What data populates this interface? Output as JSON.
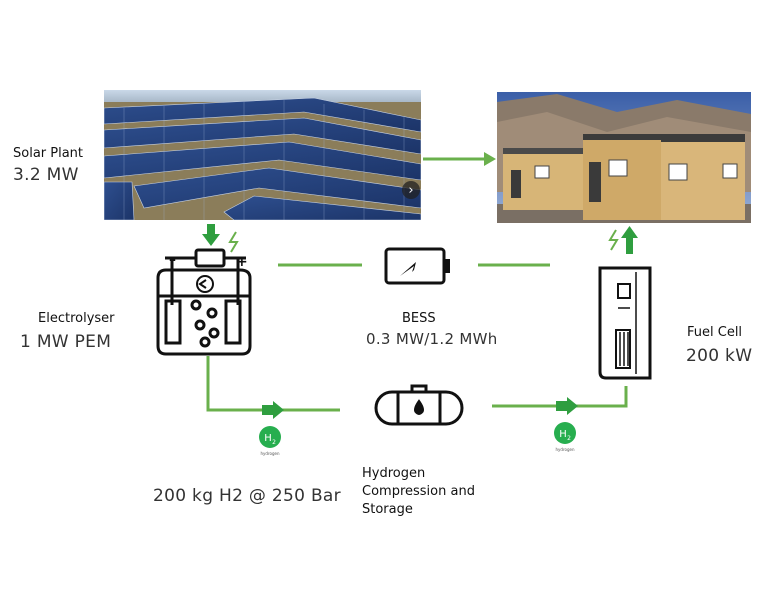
{
  "solar": {
    "name": "Solar Plant",
    "value": "3.2 MW"
  },
  "electrolyser": {
    "name": "Electrolyser",
    "value": "1 MW PEM"
  },
  "bess": {
    "name": "BESS",
    "value": "0.3 MW/1.2 MWh"
  },
  "fuel_cell": {
    "name": "Fuel Cell",
    "value": "200 kW"
  },
  "storage": {
    "value": "200 kg H2 @ 250 Bar",
    "name_line1": "Hydrogen",
    "name_line2": "Compression and",
    "name_line3": "Storage"
  },
  "h2_badge": {
    "symbol": "H",
    "sub": "2",
    "caption": "hydrogen"
  },
  "image_nav": {
    "glyph": "›"
  },
  "colors": {
    "flow_green": "#6ab04c",
    "badge_green": "#27ae4f",
    "icon_stroke": "#111111"
  }
}
